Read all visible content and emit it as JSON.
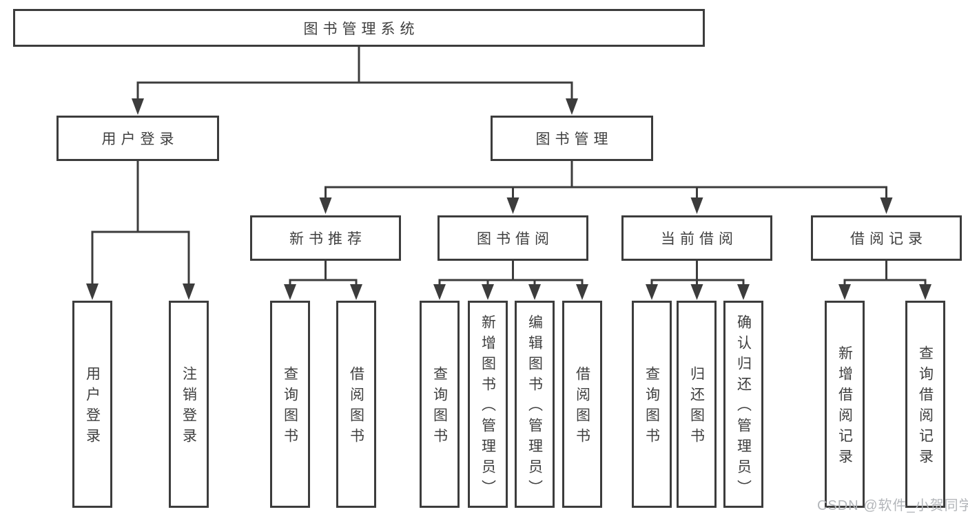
{
  "colors": {
    "line": "#3c3c3c",
    "text": "#3f3f3f",
    "watermark": "#b3b6ba",
    "background": "#ffffff"
  },
  "watermark": "CSDN @软件_小贺同学",
  "tree": {
    "root": "图书管理系统",
    "branches": [
      {
        "label": "用户登录",
        "children": [
          "用户登录",
          "注销登录"
        ]
      },
      {
        "label": "图书管理",
        "sections": [
          {
            "label": "新书推荐",
            "children": [
              "查询图书",
              "借阅图书"
            ]
          },
          {
            "label": "图书借阅",
            "children": [
              "查询图书",
              "新增图书（管理员）",
              "编辑图书（管理员）",
              "借阅图书"
            ]
          },
          {
            "label": "当前借阅",
            "children": [
              "查询图书",
              "归还图书",
              "确认归还（管理员）"
            ]
          },
          {
            "label": "借阅记录",
            "children": [
              "新增借阅记录",
              "查询借阅记录"
            ]
          }
        ]
      }
    ]
  }
}
